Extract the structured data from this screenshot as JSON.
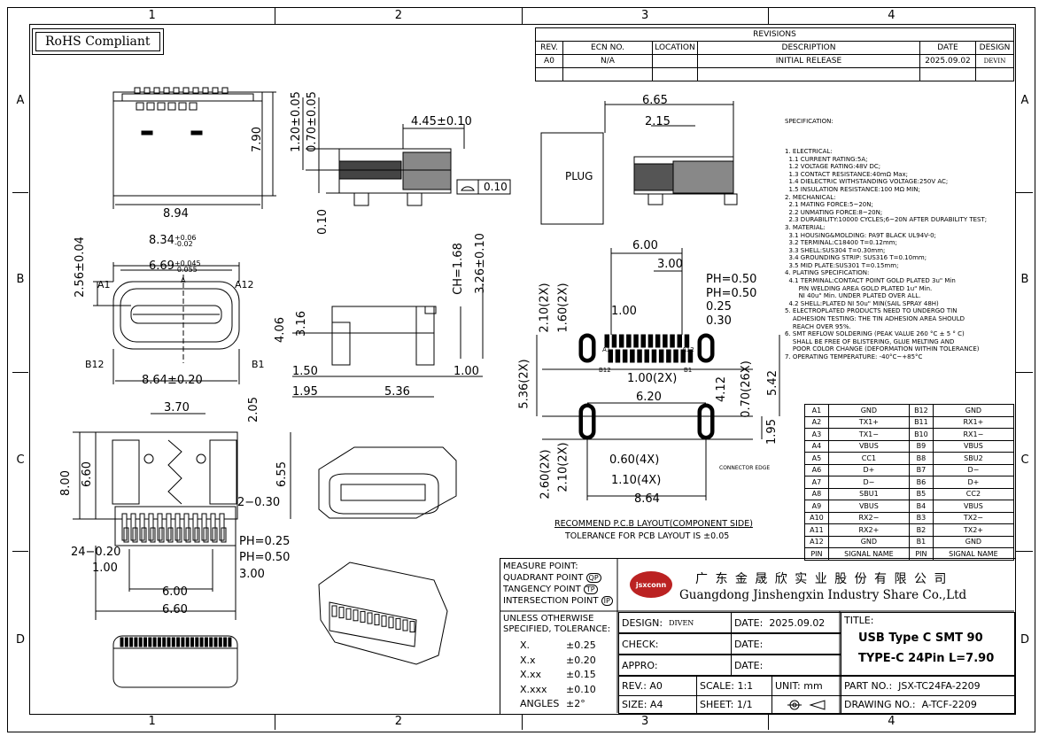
{
  "zones": {
    "columns": [
      "1",
      "2",
      "3",
      "4"
    ],
    "rows": [
      "A",
      "B",
      "C",
      "D"
    ]
  },
  "rohs": "RoHS Compliant",
  "revisions": {
    "title": "REVISIONS",
    "headers": [
      "REV.",
      "ECN NO.",
      "LOCATION",
      "DESCRIPTION",
      "DATE",
      "DESIGN"
    ],
    "row": [
      "A0",
      "N/A",
      "",
      "INITIAL RELEASE",
      "2025.09.02",
      "DEVIN"
    ]
  },
  "spec_title": "SPECIFICATION:",
  "spec_lines": [
    "1. ELECTRICAL:",
    "  1.1 CURRENT RATING:5A;",
    "  1.2 VOLTAGE RATING:48V DC;",
    "  1.3 CONTACT RESISTANCE:40mΩ Max;",
    "  1.4 DIELECTRIC WITHSTANDING VOLTAGE:250V AC;",
    "  1.5 INSULATION RESISTANCE:100 MΩ MIN;",
    "2. MECHANICAL:",
    "  2.1 MATING FORCE:5~20N;",
    "  2.2 UNMATING FORCE:8~20N;",
    "  2.3 DURABILITY:10000 CYCLES;6~20N AFTER DURABILITY TEST;",
    "3. MATERIAL:",
    "  3.1 HOUSING&MOLDING: PA9T BLACK UL94V-0;",
    "  3.2 TERMINAL:C18400 T=0.12mm;",
    "  3.3 SHELL:SUS304 T=0.30mm;",
    "  3.4 GROUNDING STRIP: SUS316 T=0.10mm;",
    "  3.5 MID PLATE:SUS301 T=0.15mm;",
    "4. PLATING SPECIFICATION:",
    "  4.1 TERMINAL:CONTACT POINT GOLD PLATED 3u\" Min",
    "       PIN WELDING AREA GOLD PLATED 1u\" Min.",
    "       NI 40u\" Min. UNDER PLATED OVER ALL.",
    "  4.2 SHELL:PLATED NI 50u\" MIN(SAIL SPRAY 48H)",
    "5. ELECTROPLATED PRODUCTS NEED TO UNDERGO TIN",
    "    ADHESION TESTING: THE TIN ADHESION AREA SHOULD",
    "    REACH OVER 95%.",
    "6. SMT REFLOW SOLDERING (PEAK VALUE 260 °C ± 5 ° C)",
    "    SHALL BE FREE OF BLISTERING, GLUE MELTING AND",
    "    POOR COLOR CHANGE (DEFORMATION WITHIN TOLERANCE)",
    "7. OPERATING TEMPERATURE: -40°C~+85°C"
  ],
  "pin_table": {
    "rows": [
      [
        "A1",
        "GND",
        "B12",
        "GND"
      ],
      [
        "A2",
        "TX1+",
        "B11",
        "RX1+"
      ],
      [
        "A3",
        "TX1−",
        "B10",
        "RX1−"
      ],
      [
        "A4",
        "VBUS",
        "B9",
        "VBUS"
      ],
      [
        "A5",
        "CC1",
        "B8",
        "SBU2"
      ],
      [
        "A6",
        "D+",
        "B7",
        "D−"
      ],
      [
        "A7",
        "D−",
        "B6",
        "D+"
      ],
      [
        "A8",
        "SBU1",
        "B5",
        "CC2"
      ],
      [
        "A9",
        "VBUS",
        "B4",
        "VBUS"
      ],
      [
        "A10",
        "RX2−",
        "B3",
        "TX2−"
      ],
      [
        "A11",
        "RX2+",
        "B2",
        "TX2+"
      ],
      [
        "A12",
        "GND",
        "B1",
        "GND"
      ]
    ],
    "headers": [
      "PIN",
      "SIGNAL NAME",
      "PIN",
      "SIGNAL NAME"
    ]
  },
  "dims": {
    "top_view": {
      "w": "8.94",
      "h": "7.90"
    },
    "front_view": {
      "w1": "8.34",
      "w1_tol_plus": "+0.06",
      "w1_tol_minus": "-0.02",
      "w2": "6.69",
      "w2_tol_plus": "+0.045",
      "w2_tol_minus": "-0.055",
      "h": "2.56±0.04",
      "w3": "8.64±0.20",
      "a1": "A1",
      "a12": "A12",
      "b12": "B12",
      "b1": "B1",
      "datum": "A"
    },
    "side_view": {
      "d1": "1.20±0.05",
      "d2": "0.70±0.05",
      "d3": "4.45±0.10",
      "d4": "0.10",
      "flat": "0.10"
    },
    "side_view2": {
      "ch": "CH=1.68",
      "h": "3.26±0.10",
      "h1": "4.06",
      "h2": "3.16",
      "w1": "1.50",
      "w2": "1.00",
      "w3": "1.95",
      "w4": "5.36"
    },
    "plug": {
      "label": "PLUG",
      "d1": "6.65",
      "d2": "2.15"
    },
    "bottom": {
      "d1": "3.70",
      "d2": "2.05",
      "h1": "8.00",
      "h2": "6.60",
      "h3": "6.55",
      "d3": "2−0.30",
      "ph1": "PH=0.25",
      "ph2": "PH=0.50",
      "d4": "24−0.20",
      "d5": "1.00",
      "d6": "3.00",
      "w1": "6.00",
      "w2": "6.60"
    },
    "pcb": {
      "d1": "6.00",
      "d2": "3.00",
      "ph1": "PH=0.50",
      "ph2": "PH=0.50",
      "d3": "0.25",
      "d4": "0.30",
      "d5": "1.00",
      "d6": "1.00(2X)",
      "d7": "6.20",
      "h1": "2.10(2X)",
      "h2": "1.60(2X)",
      "h3": "5.36(2X)",
      "h4": "4.12",
      "h5": "0.70(26X)",
      "h6": "5.42",
      "h7": "1.95",
      "h8": "2.60(2X)",
      "h9": "2.10(2X)",
      "d8": "0.60(4X)",
      "d9": "1.10(4X)",
      "d10": "8.64",
      "edge": "CONNECTOR EDGE",
      "a1": "A1",
      "a12": "A12",
      "b12": "B12",
      "b1": "B1"
    },
    "pcb_title": "RECOMMEND P.C.B LAYOUT(COMPONENT SIDE)",
    "pcb_tol": "TOLERANCE  FOR  PCB  LAYOUT  IS  ±0.05"
  },
  "title_block": {
    "measure": [
      "MEASURE  POINT:",
      "QUADRANT  POINT",
      "TANGENCY  POINT",
      "INTERSECTION  POINT"
    ],
    "measure_marks": [
      "QP",
      "TP",
      "IP"
    ],
    "logo": "jsxconn",
    "company_cn": "广 东 金 晟 欣 实 业 股 份 有 限 公 司",
    "company_en": "Guangdong Jinshengxin Industry Share Co.,Ltd",
    "tol_head": [
      "UNLESS  OTHERWISE",
      "SPECIFIED, TOLERANCE:"
    ],
    "tol_rows": [
      [
        "X.",
        "±0.25"
      ],
      [
        "X.x",
        "±0.20"
      ],
      [
        "X.xx",
        "±0.15"
      ],
      [
        "X.xxx",
        "±0.10"
      ],
      [
        "ANGLES",
        "±2°"
      ]
    ],
    "design_label": "DESIGN:",
    "design_val": "DIVEN",
    "check_label": "CHECK:",
    "appro_label": "APPRO:",
    "date_label": "DATE:",
    "date_val": "2025.09.02",
    "title_label": "TITLE:",
    "title1": "USB Type C SMT 90",
    "title2": "TYPE-C 24Pin L=7.90",
    "rev": "REV.: A0",
    "scale": "SCALE: 1:1",
    "unit": "UNIT: mm",
    "part_label": "PART  NO.:",
    "part_val": "JSX-TC24FA-2209",
    "size": "SIZE: A4",
    "sheet": "SHEET: 1/1",
    "drawing_label": "DRAWING  NO.:",
    "drawing_val": "A-TCF-2209"
  }
}
